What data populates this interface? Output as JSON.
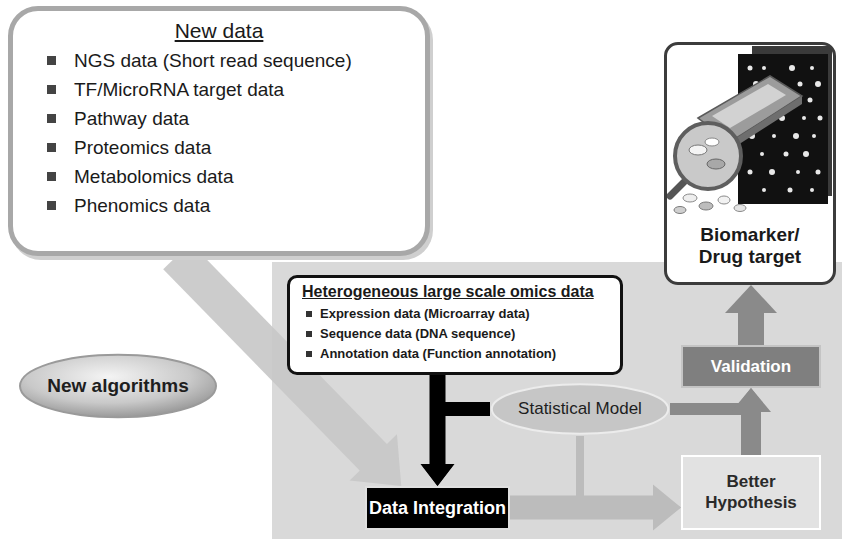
{
  "diagram": {
    "nodes": [
      {
        "text": [
          "New data",
          "NGS data (Short read sequence)",
          "TF/MicroRNA target data",
          "Pathway data",
          "Proteomics data",
          "Metabolomics data",
          "Phenomics data"
        ]
      },
      {
        "text": [
          "Biomarker/ Drug target"
        ]
      },
      {
        "text": [
          "Heterogeneous large scale omics data",
          "Expression data (Microarray data)",
          "Sequence data (DNA sequence)",
          "Annotation data (Function annotation)"
        ]
      },
      {
        "text": [
          "New algorithms"
        ]
      },
      {
        "text": [
          "Validation"
        ]
      },
      {
        "text": [
          "Statistical Model"
        ]
      },
      {
        "text": [
          "Data Integration"
        ]
      },
      {
        "text": [
          "Better Hypothesis"
        ]
      }
    ],
    "edges": [
      {
        "from": 0,
        "to": 6,
        "arrow": "to"
      },
      {
        "from": 2,
        "to": 6,
        "arrow": "to"
      },
      {
        "from": 5,
        "to": 6,
        "arrow": "to"
      },
      {
        "from": 5,
        "to": 4,
        "arrow": "to"
      },
      {
        "from": 5,
        "to": 7,
        "arrow": "to"
      },
      {
        "from": 6,
        "to": 7,
        "arrow": "to"
      },
      {
        "from": 7,
        "to": 4,
        "arrow": "to"
      },
      {
        "from": 4,
        "to": 1,
        "arrow": "to"
      }
    ]
  }
}
